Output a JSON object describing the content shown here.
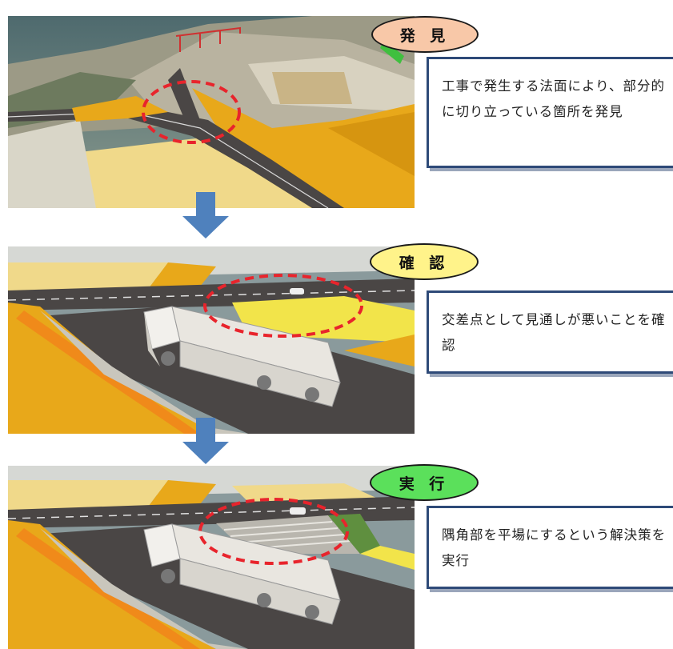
{
  "steps": [
    {
      "label": "発 見",
      "badge_color": "#f8c8a8",
      "note": "工事で発生する法面により、部分的に切り立っている箇所を発見"
    },
    {
      "label": "確 認",
      "badge_color": "#fff38a",
      "note": "交差点として見通しが悪いことを確認"
    },
    {
      "label": "実 行",
      "badge_color": "#5be05b",
      "note": "隅角部を平場にするという解決策を実行"
    }
  ],
  "colors": {
    "arrow": "#4f81bd",
    "highlight": "#e8242c",
    "box_border": "#2e4a78",
    "slope": "#e8a81a",
    "road": "#4a4645"
  }
}
